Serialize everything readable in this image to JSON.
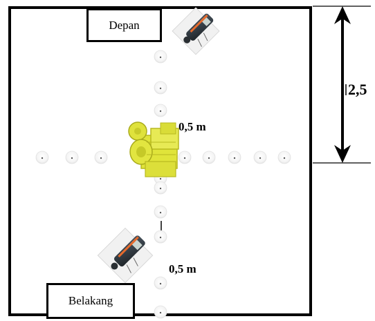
{
  "labels": {
    "front": "Depan",
    "back": "Belakang",
    "distance_top": "0,5 m",
    "distance_bottom": "0,5 m",
    "dimension": "2,5"
  },
  "icons": {
    "machine": "tractor-engine-icon",
    "sound_meter": "sound-level-meter-icon"
  },
  "colors": {
    "machine": "#e0e43a",
    "machine_dark": "#b8b920",
    "line": "#000000",
    "background": "#ffffff"
  }
}
